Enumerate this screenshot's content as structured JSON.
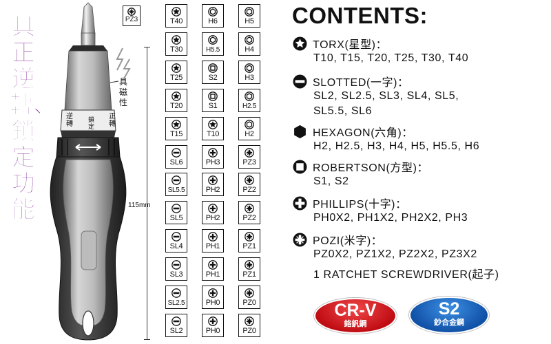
{
  "side_title": "具正逆轉、鎖定功能",
  "handle_labels": {
    "magnetic": "具磁性",
    "reverse": "逆轉",
    "lock": "鎖定",
    "forward": "正轉",
    "length": "115mm"
  },
  "top_bit": {
    "icon": "pozi-icon",
    "label": "PZ3"
  },
  "bit_grid": [
    [
      {
        "icon": "torx",
        "label": "T40"
      },
      {
        "icon": "hex",
        "label": "H6"
      },
      {
        "icon": "hex",
        "label": "H5"
      }
    ],
    [
      {
        "icon": "torx",
        "label": "T30"
      },
      {
        "icon": "hex",
        "label": "H5.5"
      },
      {
        "icon": "hex",
        "label": "H4"
      }
    ],
    [
      {
        "icon": "torx",
        "label": "T25"
      },
      {
        "icon": "square",
        "label": "S2"
      },
      {
        "icon": "hex",
        "label": "H3"
      }
    ],
    [
      {
        "icon": "torx",
        "label": "T20"
      },
      {
        "icon": "square",
        "label": "S1"
      },
      {
        "icon": "hex",
        "label": "H2.5"
      }
    ],
    [
      {
        "icon": "torx",
        "label": "T15"
      },
      {
        "icon": "torx",
        "label": "T10"
      },
      {
        "icon": "hex",
        "label": "H2"
      }
    ],
    [
      {
        "icon": "slot",
        "label": "SL6"
      },
      {
        "icon": "phillips",
        "label": "PH3"
      },
      {
        "icon": "pozi",
        "label": "PZ3"
      }
    ],
    [
      {
        "icon": "slot",
        "label": "SL5.5"
      },
      {
        "icon": "phillips",
        "label": "PH2"
      },
      {
        "icon": "pozi",
        "label": "PZ2"
      }
    ],
    [
      {
        "icon": "slot",
        "label": "SL5"
      },
      {
        "icon": "phillips",
        "label": "PH2"
      },
      {
        "icon": "pozi",
        "label": "PZ2"
      }
    ],
    [
      {
        "icon": "slot",
        "label": "SL4"
      },
      {
        "icon": "phillips",
        "label": "PH1"
      },
      {
        "icon": "pozi",
        "label": "PZ1"
      }
    ],
    [
      {
        "icon": "slot",
        "label": "SL3"
      },
      {
        "icon": "phillips",
        "label": "PH1"
      },
      {
        "icon": "pozi",
        "label": "PZ1"
      }
    ],
    [
      {
        "icon": "slot",
        "label": "SL2.5"
      },
      {
        "icon": "phillips",
        "label": "PH0"
      },
      {
        "icon": "pozi",
        "label": "PZ0"
      }
    ],
    [
      {
        "icon": "slot",
        "label": "SL2"
      },
      {
        "icon": "phillips",
        "label": "PH0"
      },
      {
        "icon": "pozi",
        "label": "PZ0"
      }
    ]
  ],
  "contents": {
    "title": "CONTENTS:",
    "categories": [
      {
        "icon": "torx-icon",
        "name": "TORX(星型)：",
        "values": [
          "T10, T15, T20, T25, T30, T40"
        ]
      },
      {
        "icon": "slotted-icon",
        "name": "SLOTTED(一字)：",
        "values": [
          "SL2, SL2.5, SL3, SL4, SL5,",
          "SL5.5, SL6"
        ]
      },
      {
        "icon": "hexagon-icon",
        "name": "HEXAGON(六角)：",
        "values": [
          "H2, H2.5, H3, H4, H5, H5.5, H6"
        ]
      },
      {
        "icon": "robertson-icon",
        "name": "ROBERTSON(方型)：",
        "values": [
          "S1, S2"
        ]
      },
      {
        "icon": "phillips-icon",
        "name": "PHILLIPS(十字)：",
        "values": [
          "PH0X2, PH1X2, PH2X2, PH3"
        ]
      },
      {
        "icon": "pozi-icon",
        "name": "POZI(米字)：",
        "values": [
          "PZ0X2, PZ1X2, PZ2X2, PZ3X2"
        ]
      }
    ],
    "ratchet": "1 RATCHET SCREWDRIVER(起子)"
  },
  "badges": {
    "crv": {
      "main": "CR-V",
      "sub": "鉻釩鋼",
      "color": "#d0141b"
    },
    "s2": {
      "main": "S2",
      "sub": "鈔合金鋼",
      "color": "#1a63bd"
    }
  },
  "colors": {
    "title_purple": "#7a1d95"
  }
}
